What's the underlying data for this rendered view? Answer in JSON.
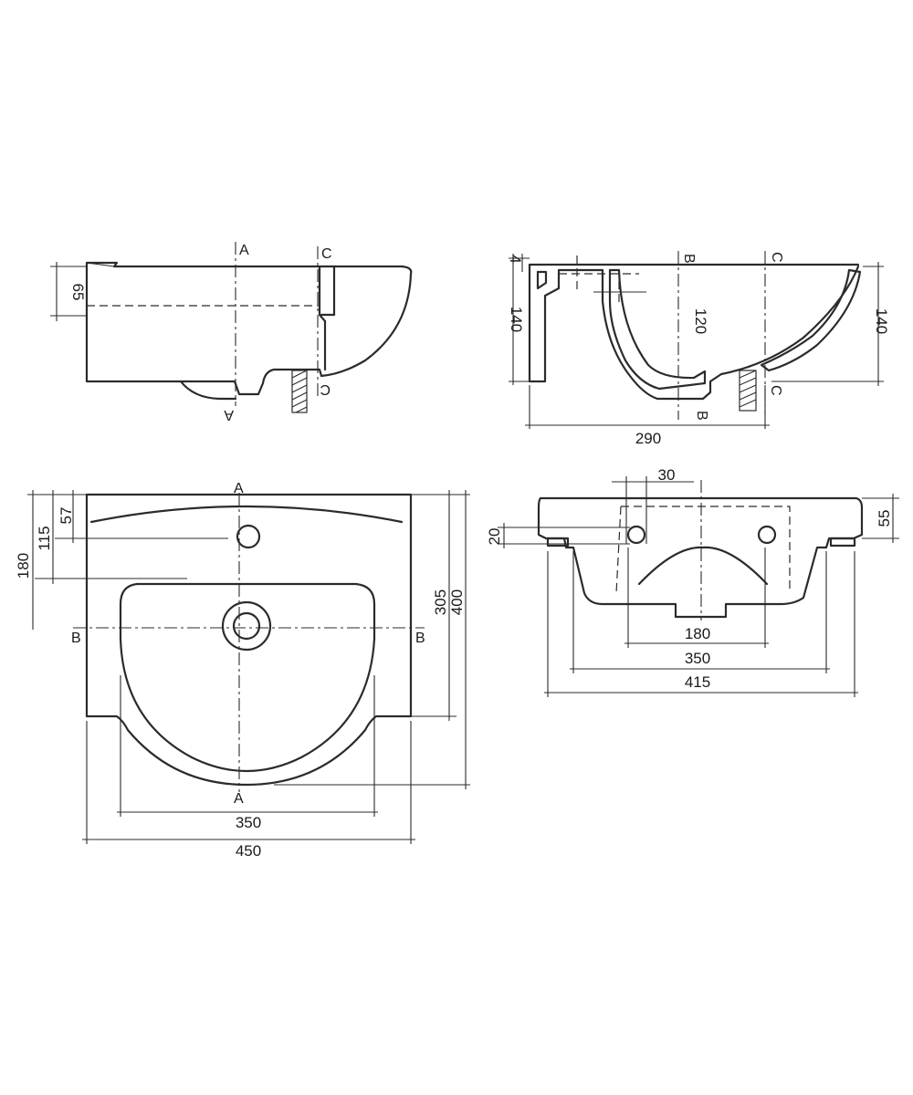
{
  "views": {
    "side_a": {
      "dim_depth_top": "65",
      "section_top": "A",
      "section_bottom": "A",
      "cut_top": "C",
      "cut_bottom": "C"
    },
    "section_c": {
      "dim_top_gap": "4",
      "dim_left_height": "140",
      "dim_bowl_depth": "120",
      "dim_right_height": "140",
      "dim_width": "290",
      "section_top": "B",
      "section_bottom": "B",
      "cut_top": "C",
      "cut_bottom": "C"
    },
    "plan": {
      "dim_57": "57",
      "dim_115": "115",
      "dim_180": "180",
      "dim_305": "305",
      "dim_400": "400",
      "dim_bowl_width": "350",
      "dim_total_width": "450",
      "section_a_top": "A",
      "section_a_bottom": "A",
      "section_b_left": "B",
      "section_b_right": "B"
    },
    "front": {
      "dim_30": "30",
      "dim_20": "20",
      "dim_55": "55",
      "dim_180": "180",
      "dim_350": "350",
      "dim_415": "415"
    }
  }
}
